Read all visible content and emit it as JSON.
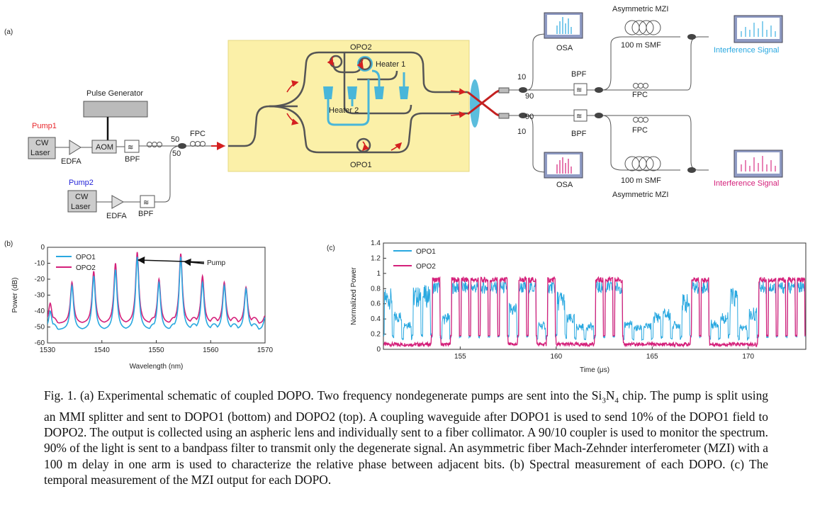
{
  "panel_labels": {
    "a": "(a)",
    "b": "(b)",
    "c": "(c)"
  },
  "schematic": {
    "pulse_generator": "Pulse Generator",
    "pump1": "Pump1",
    "pump2": "Pump2",
    "cw_laser_1": "CW",
    "cw_laser_2": "Laser",
    "aom": "AOM",
    "edfa": "EDFA",
    "bpf": "BPF",
    "fpc": "FPC",
    "coupler_50a": "50",
    "coupler_50b": "50",
    "opo1": "OPO1",
    "opo2": "OPO2",
    "heater1": "Heater 1",
    "heater2": "Heater 2",
    "osa": "OSA",
    "split_10": "10",
    "split_90": "90",
    "smf": "100 m SMF",
    "mzi": "Asymmetric MZI",
    "interference": "Interference Signal",
    "colors": {
      "pump1": "#e8262b",
      "pump2": "#2424d8",
      "chip": "#fbf0a8",
      "heater": "#49b6d9",
      "opo2_trace": "#d4207a",
      "opo1_trace": "#29a8e0"
    }
  },
  "chart_data": [
    {
      "type": "line",
      "panel": "(b)",
      "xlabel": "Wavelength (nm)",
      "ylabel": "Power (dB)",
      "xlim": [
        1530,
        1570
      ],
      "ylim": [
        -60,
        0
      ],
      "xticks": [
        "1530",
        "1540",
        "1550",
        "1560",
        "1570"
      ],
      "yticks": [
        "0",
        "-10",
        "-20",
        "-30",
        "-40",
        "-50",
        "-60"
      ],
      "annotation": "Pump",
      "legend_position": "top-left",
      "series": [
        {
          "name": "OPO1",
          "color": "#29a8e0",
          "peaks": [
            [
              1530.5,
              -40
            ],
            [
              1534.5,
              -24
            ],
            [
              1538.5,
              -18
            ],
            [
              1542.5,
              -14
            ],
            [
              1546.5,
              -6
            ],
            [
              1550.5,
              -22
            ],
            [
              1554.5,
              -6
            ],
            [
              1558.5,
              -22
            ],
            [
              1562.5,
              -24
            ],
            [
              1566.5,
              -26
            ],
            [
              1570,
              -44
            ]
          ],
          "floor": -52
        },
        {
          "name": "OPO2",
          "color": "#d4207a",
          "peaks": [
            [
              1530.5,
              -35
            ],
            [
              1534.5,
              -22
            ],
            [
              1538.5,
              -15
            ],
            [
              1542.5,
              -10
            ],
            [
              1546.5,
              -3
            ],
            [
              1550.5,
              -20
            ],
            [
              1554.5,
              -4
            ],
            [
              1558.5,
              -18
            ],
            [
              1562.5,
              -22
            ],
            [
              1566.5,
              -25
            ],
            [
              1570,
              -43
            ]
          ],
          "floor": -48
        }
      ]
    },
    {
      "type": "line",
      "panel": "(c)",
      "xlabel": "Time (μs)",
      "ylabel": "Normalized Power",
      "xlim": [
        151,
        173
      ],
      "ylim": [
        0,
        1.4
      ],
      "xticks": [
        "155",
        "160",
        "165",
        "170"
      ],
      "yticks": [
        "0",
        "0.2",
        "0.4",
        "0.6",
        "0.8",
        "1",
        "1.2",
        "1.4"
      ],
      "legend_position": "top-left",
      "series": [
        {
          "name": "OPO1",
          "color": "#29a8e0"
        },
        {
          "name": "OPO2",
          "color": "#d4207a"
        }
      ],
      "bit_period": 0.5,
      "opo2_pattern": [
        0,
        0,
        0,
        0,
        0,
        1,
        0,
        1,
        1,
        1,
        1,
        1,
        1,
        0,
        1,
        1,
        0,
        1,
        0,
        0,
        0,
        0,
        1,
        1,
        1,
        0,
        0,
        0,
        0,
        0,
        0,
        0,
        1,
        1,
        0,
        0,
        0,
        0,
        0,
        1,
        1,
        1,
        1,
        1,
        1,
        0,
        1,
        1
      ],
      "opo1_pattern": [
        1,
        1,
        1,
        1,
        1,
        1,
        0,
        1,
        1,
        1,
        1,
        1,
        1,
        0,
        1,
        1,
        0,
        1,
        1,
        1,
        1,
        1,
        1,
        1,
        1,
        1,
        1,
        1,
        1,
        1,
        1,
        1,
        1,
        1,
        1,
        1,
        1,
        1,
        1,
        1,
        1,
        1,
        1,
        1,
        1,
        1,
        1,
        1
      ]
    }
  ],
  "caption": {
    "line1_a": "Fig. 1. (a) Experimental schematic of coupled DOPO. Two frequency nondegenerate pumps are sent into the Si",
    "line1_sub1": "3",
    "line1_b": "N",
    "line1_sub2": "4",
    "line1_c": " chip.",
    "rest": "The pump is split using an MMI splitter and sent to DOPO1 (bottom) and DOPO2 (top). A coupling waveguide after DOPO1 is used to send 10% of the DOPO1 field to DOPO2. The output is collected using an aspheric lens and individually sent to a fiber collimator. A 90/10 coupler is used to monitor the spectrum. 90% of the light is sent to a bandpass filter to transmit only the degenerate signal. An asymmetric fiber Mach-Zehnder interferometer (MZI) with a 100 m delay in one arm is used to characterize the relative phase between adjacent bits. (b) Spectral measurement of each DOPO. (c) The temporal measurement of the MZI output for each DOPO."
  }
}
